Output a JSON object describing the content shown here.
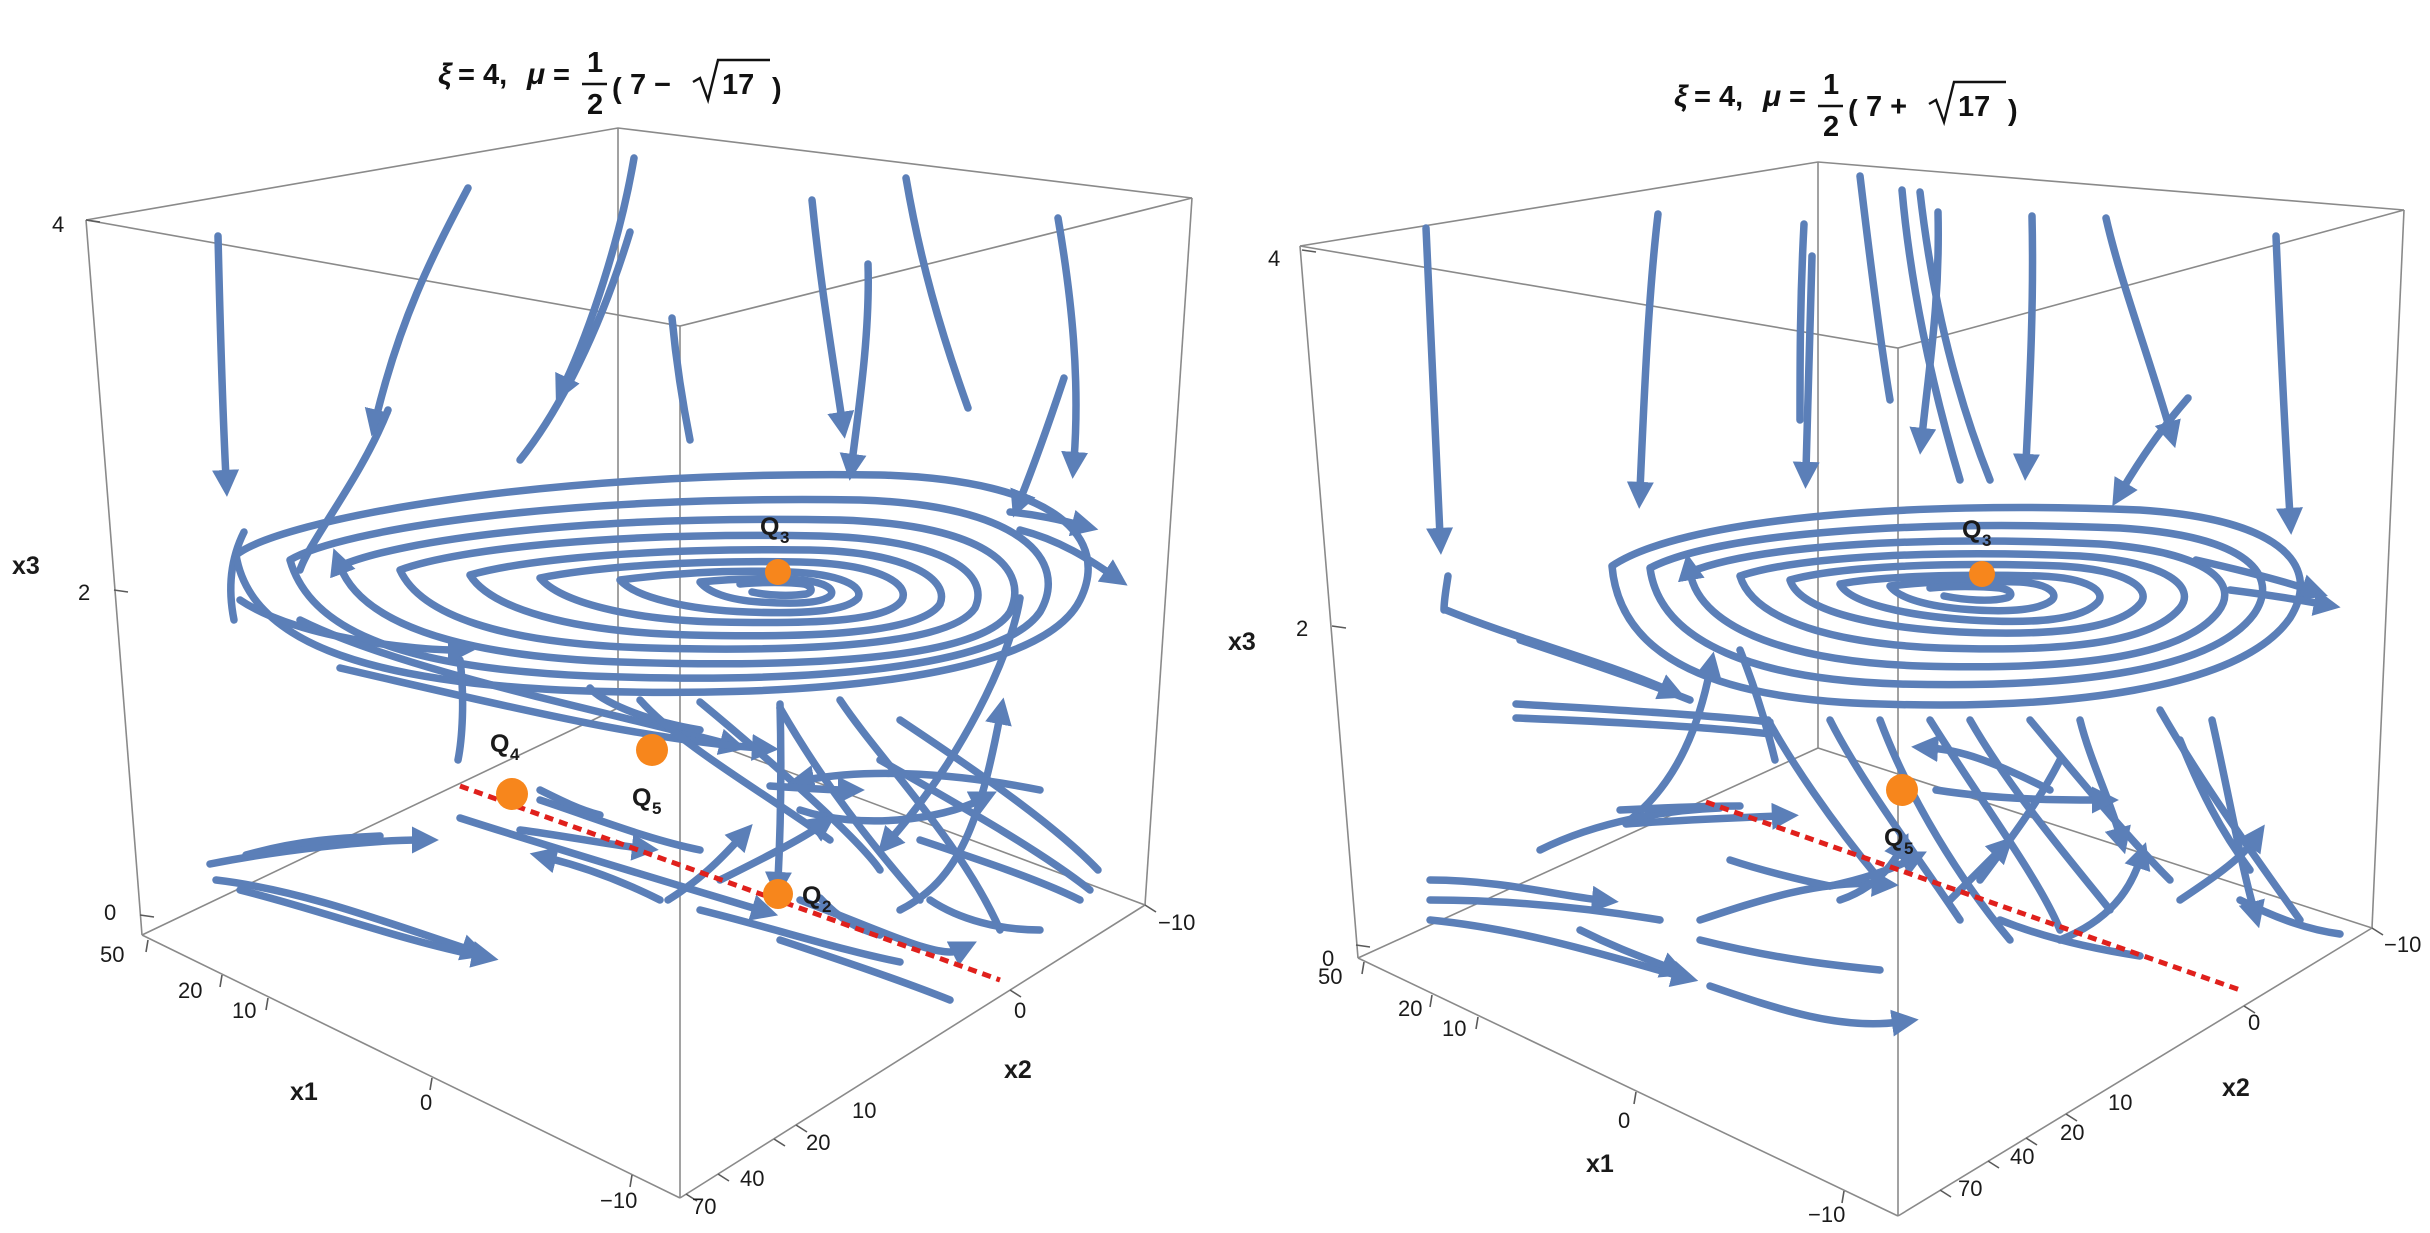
{
  "panels": [
    {
      "title": {
        "xi": "ξ",
        "xi_value": "= 4,",
        "mu": "μ",
        "mu_eq": "=",
        "frac_num": "1",
        "frac_den": "2",
        "paren_open": "(",
        "expr": "7 −",
        "sqrt_arg": "17",
        "paren_close": ")"
      },
      "axes": {
        "x1_label": "x1",
        "x2_label": "x2",
        "x3_label": "x3",
        "x1_ticks": [
          "50",
          "20",
          "10",
          "0",
          "−10"
        ],
        "x2_ticks": [
          "−10",
          "0",
          "10",
          "20",
          "40",
          "70"
        ],
        "x3_ticks": [
          "4",
          "2",
          "0"
        ]
      },
      "fixed_points": [
        {
          "name": "Q",
          "sub": "3"
        },
        {
          "name": "Q",
          "sub": "4"
        },
        {
          "name": "Q",
          "sub": "5"
        },
        {
          "name": "Q",
          "sub": "2"
        }
      ]
    },
    {
      "title": {
        "xi": "ξ",
        "xi_value": "= 4,",
        "mu": "μ",
        "mu_eq": "=",
        "frac_num": "1",
        "frac_den": "2",
        "paren_open": "(",
        "expr": "7 +",
        "sqrt_arg": "17",
        "paren_close": ")"
      },
      "axes": {
        "x1_label": "x1",
        "x2_label": "x2",
        "x3_label": "x3",
        "x1_ticks": [
          "50",
          "20",
          "10",
          "0",
          "−10"
        ],
        "x2_ticks": [
          "−10",
          "0",
          "10",
          "20",
          "40",
          "70"
        ],
        "x3_ticks": [
          "4",
          "2",
          "0"
        ]
      },
      "fixed_points": [
        {
          "name": "Q",
          "sub": "3"
        },
        {
          "name": "Q",
          "sub": "5"
        }
      ]
    }
  ],
  "colors": {
    "streamlines": "#5b7fb8",
    "fixed_points": "#f7861c",
    "dashed_line": "#e0201c"
  }
}
